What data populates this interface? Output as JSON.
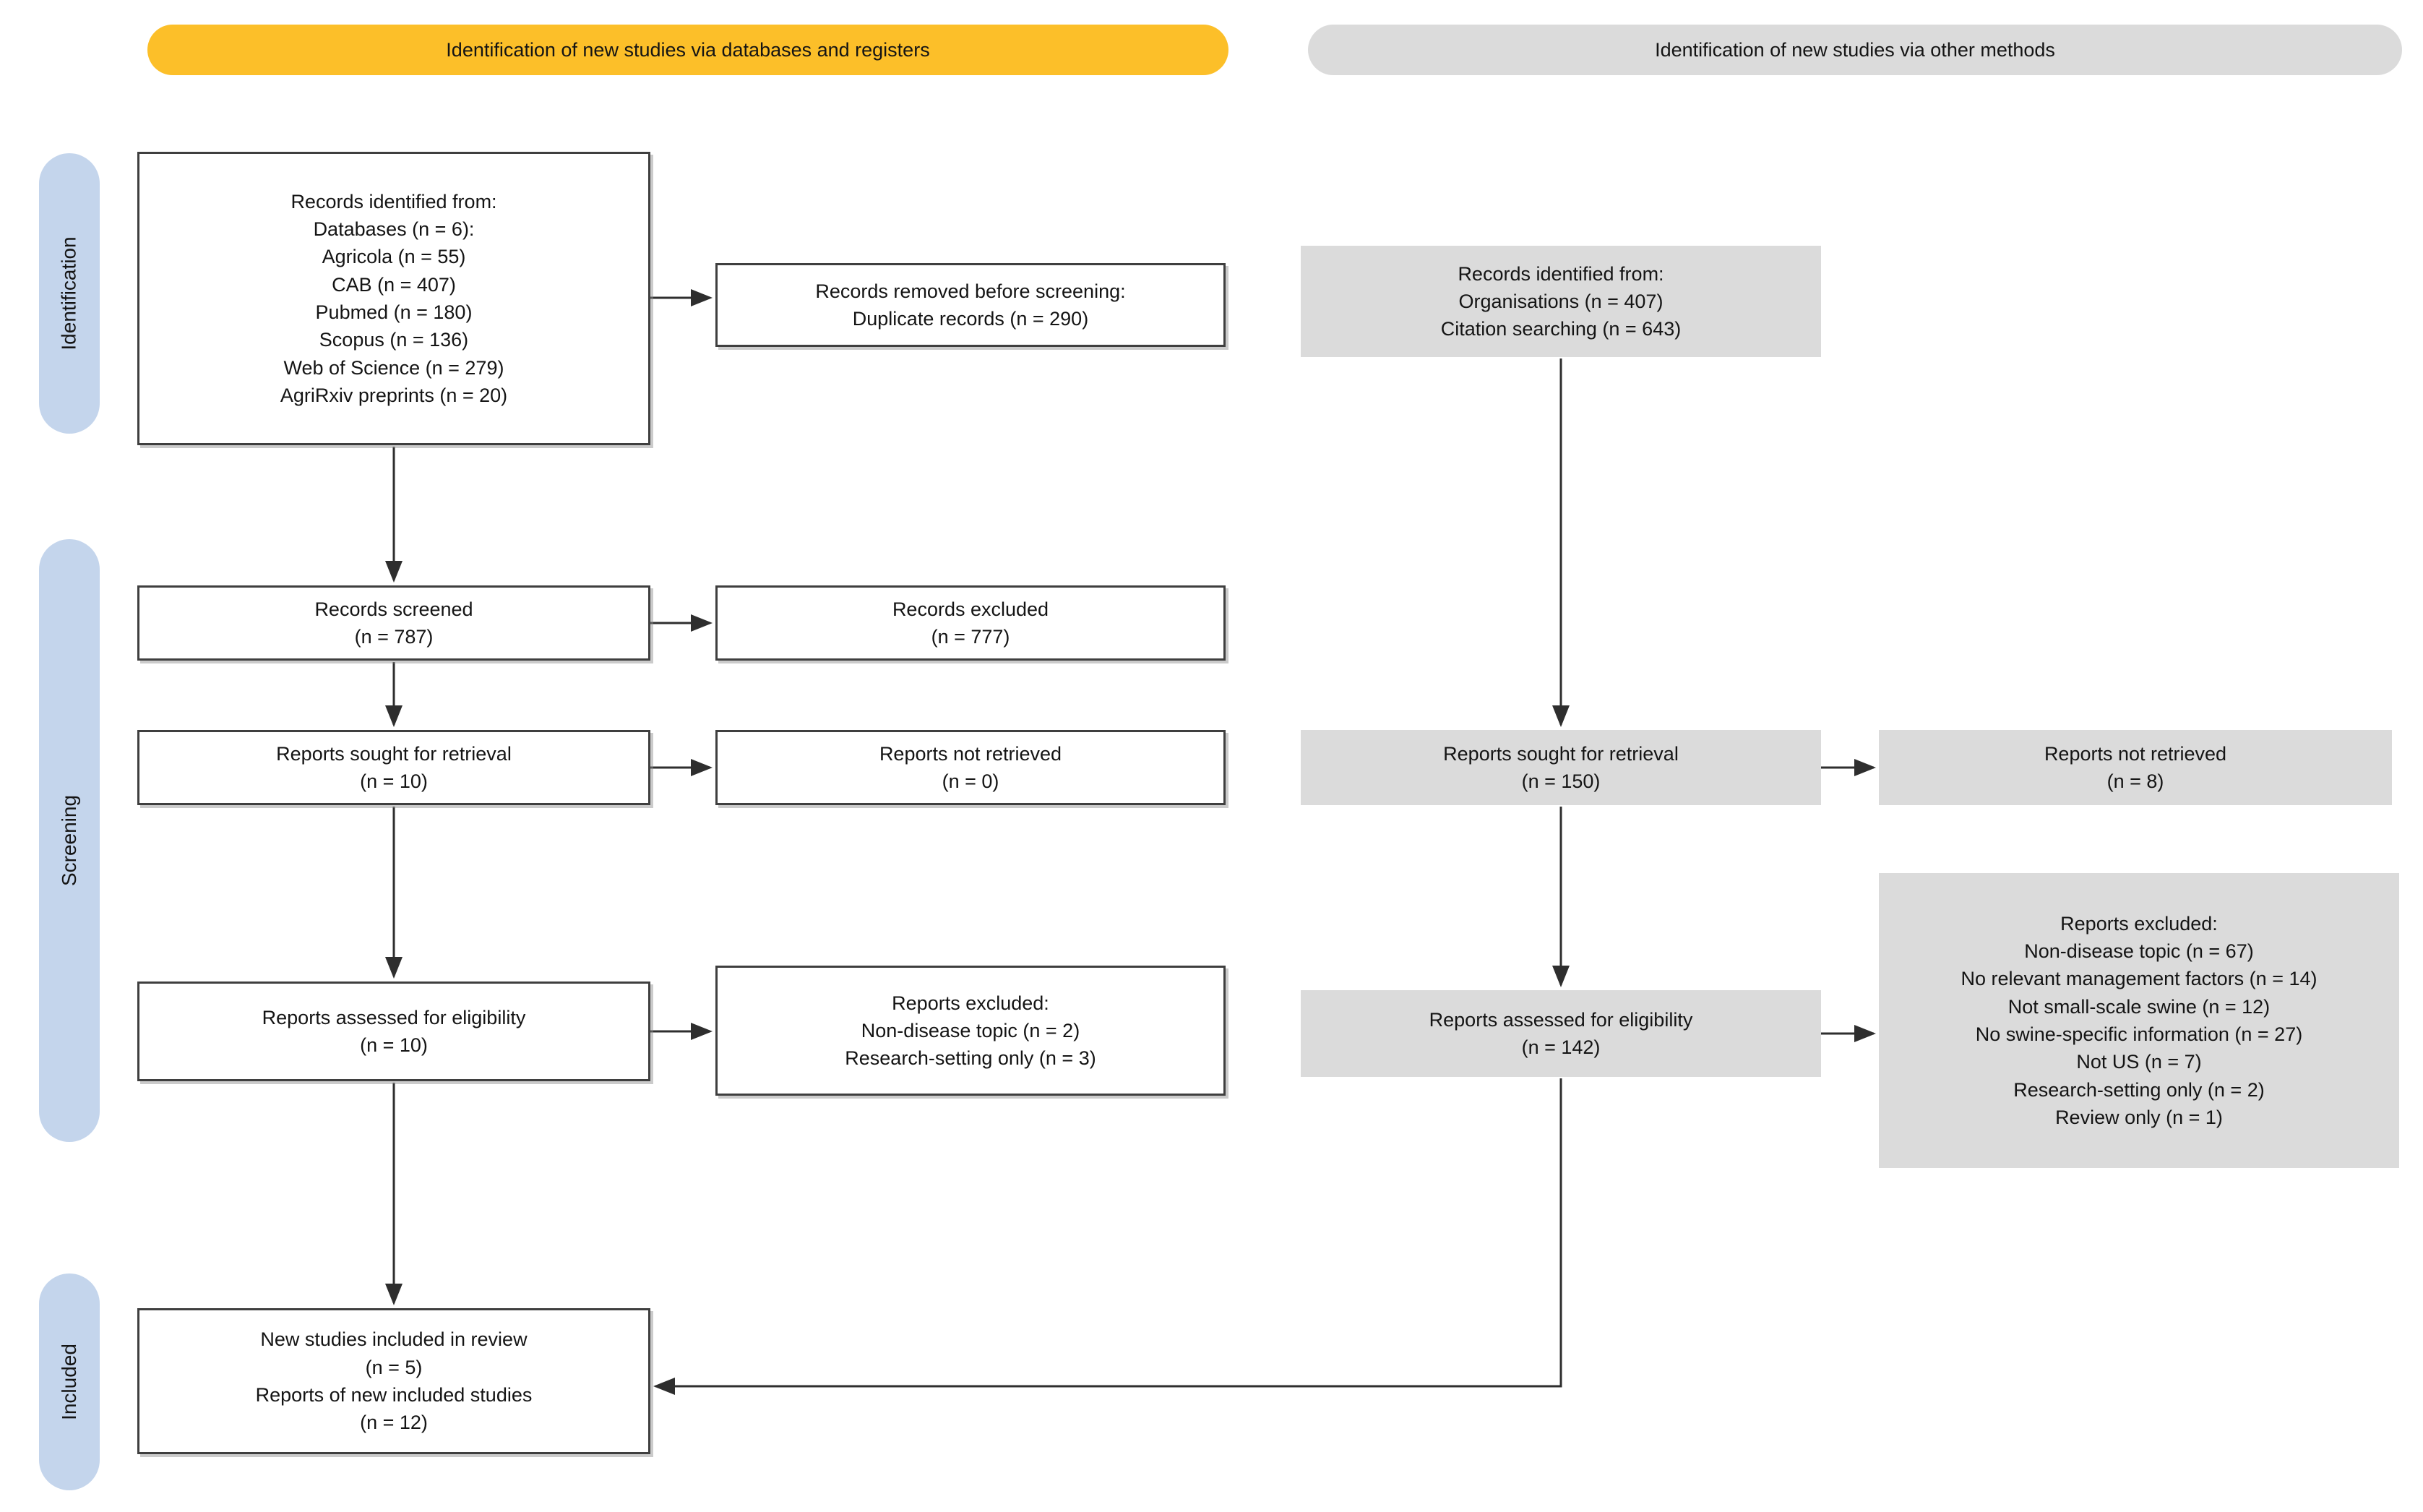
{
  "banners": {
    "databases": {
      "label": "Identification of new studies via databases and registers",
      "color": "#FCBF29"
    },
    "other_methods": {
      "label": "Identification of new studies via other methods",
      "color": "#DBDBDB"
    }
  },
  "sidebar": {
    "color": "#C4D5EC",
    "stages": [
      {
        "label": "Identification"
      },
      {
        "label": "Screening"
      },
      {
        "label": "Included"
      }
    ]
  },
  "boxes": {
    "records_identified_databases": {
      "text": "Records identified from:\nDatabases (n = 6):\nAgricola (n = 55)\nCAB (n = 407)\nPubmed (n = 180)\nScopus (n = 136)\nWeb of Science (n = 279)\nAgriRxiv preprints (n = 20)"
    },
    "records_removed": {
      "text": "Records removed before screening:\nDuplicate records (n = 290)"
    },
    "records_identified_other": {
      "text": "Records identified from:\nOrganisations (n = 407)\nCitation searching (n = 643)"
    },
    "records_screened": {
      "text": "Records screened\n(n = 787)"
    },
    "records_excluded": {
      "text": "Records excluded\n(n = 777)"
    },
    "reports_sought_databases": {
      "text": "Reports sought for retrieval\n(n = 10)"
    },
    "reports_not_retrieved_databases": {
      "text": "Reports not retrieved\n(n = 0)"
    },
    "reports_sought_other": {
      "text": "Reports sought for retrieval\n(n = 150)"
    },
    "reports_not_retrieved_other": {
      "text": "Reports not retrieved\n(n = 8)"
    },
    "reports_assessed_databases": {
      "text": "Reports assessed for eligibility\n(n = 10)"
    },
    "reports_excluded_databases": {
      "text": "Reports excluded:\nNon-disease topic (n = 2)\nResearch-setting only (n = 3)"
    },
    "reports_assessed_other": {
      "text": "Reports assessed for eligibility\n(n = 142)"
    },
    "reports_excluded_other": {
      "text": "Reports excluded:\nNon-disease topic (n = 67)\nNo relevant management factors (n = 14)\nNot small-scale swine (n = 12)\nNo swine-specific information (n = 27)\nNot US (n = 7)\nResearch-setting only (n = 2)\nReview only (n = 1)"
    },
    "included": {
      "text": "New studies included in review\n(n = 5)\nReports of new included studies\n(n = 12)"
    }
  },
  "colors": {
    "box_border": "#3F3F3F",
    "arrow": "#2E2E2E",
    "box_gray_fill": "#DBDBDB"
  },
  "flow": [
    {
      "from": "records_identified_databases",
      "to": "records_removed"
    },
    {
      "from": "records_identified_databases",
      "to": "records_screened"
    },
    {
      "from": "records_screened",
      "to": "records_excluded"
    },
    {
      "from": "records_screened",
      "to": "reports_sought_databases"
    },
    {
      "from": "reports_sought_databases",
      "to": "reports_not_retrieved_databases"
    },
    {
      "from": "reports_sought_databases",
      "to": "reports_assessed_databases"
    },
    {
      "from": "reports_assessed_databases",
      "to": "reports_excluded_databases"
    },
    {
      "from": "reports_assessed_databases",
      "to": "included"
    },
    {
      "from": "records_identified_other",
      "to": "reports_sought_other"
    },
    {
      "from": "reports_sought_other",
      "to": "reports_not_retrieved_other"
    },
    {
      "from": "reports_sought_other",
      "to": "reports_assessed_other"
    },
    {
      "from": "reports_assessed_other",
      "to": "reports_excluded_other"
    },
    {
      "from": "reports_assessed_other",
      "to": "included"
    }
  ]
}
